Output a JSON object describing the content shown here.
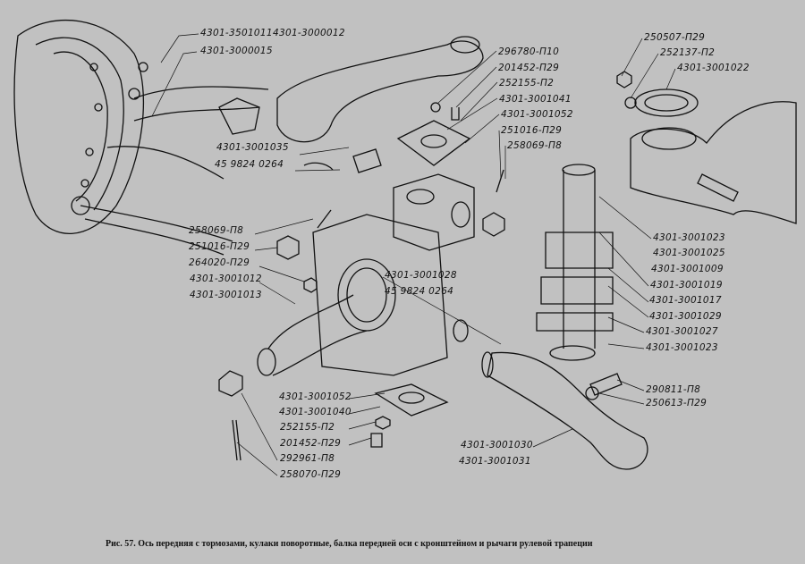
{
  "labels": {
    "tl1": "4301-3501011",
    "tl2": "4301-3000012",
    "tl3": "4301-3000015",
    "tl4": "4301-3001035",
    "tl5": "45 9824 0264",
    "tm1": "296780-П10",
    "tm2": "201452-П29",
    "tm3": "252155-П2",
    "tm4": "4301-3001041",
    "tm5": "4301-3001052",
    "tm6": "251016-П29",
    "tm7": "258069-П8",
    "tr1": "250507-П29",
    "tr2": "252137-П2",
    "tr3": "4301-3001022",
    "ml1": "258069-П8",
    "ml2": "251016-П29",
    "ml3": "264020-П29",
    "ml4": "4301-3001012",
    "ml5": "4301-3001013",
    "mc1": "4301-3001028",
    "mc2": "45 9824 0264",
    "r1": "4301-3001023",
    "r2": "4301-3001025",
    "r3": "4301-3001009",
    "r4": "4301-3001019",
    "r5": "4301-3001017",
    "r6": "4301-3001029",
    "r7": "4301-3001027",
    "r8": "4301-3001023",
    "r9": "290811-П8",
    "r10": "250613-П29",
    "b1": "4301-3001052",
    "b2": "4301-3001040",
    "b3": "252155-П2",
    "b4": "201452-П29",
    "b5": "292961-П8",
    "b6": "258070-П29",
    "b7": "4301-3001030",
    "b8": "4301-3001031"
  },
  "caption": "Рис. 57. Ось передняя с тормозами, кулаки поворотные, балка передней оси с кронштейном и рычаги рулевой трапеции"
}
